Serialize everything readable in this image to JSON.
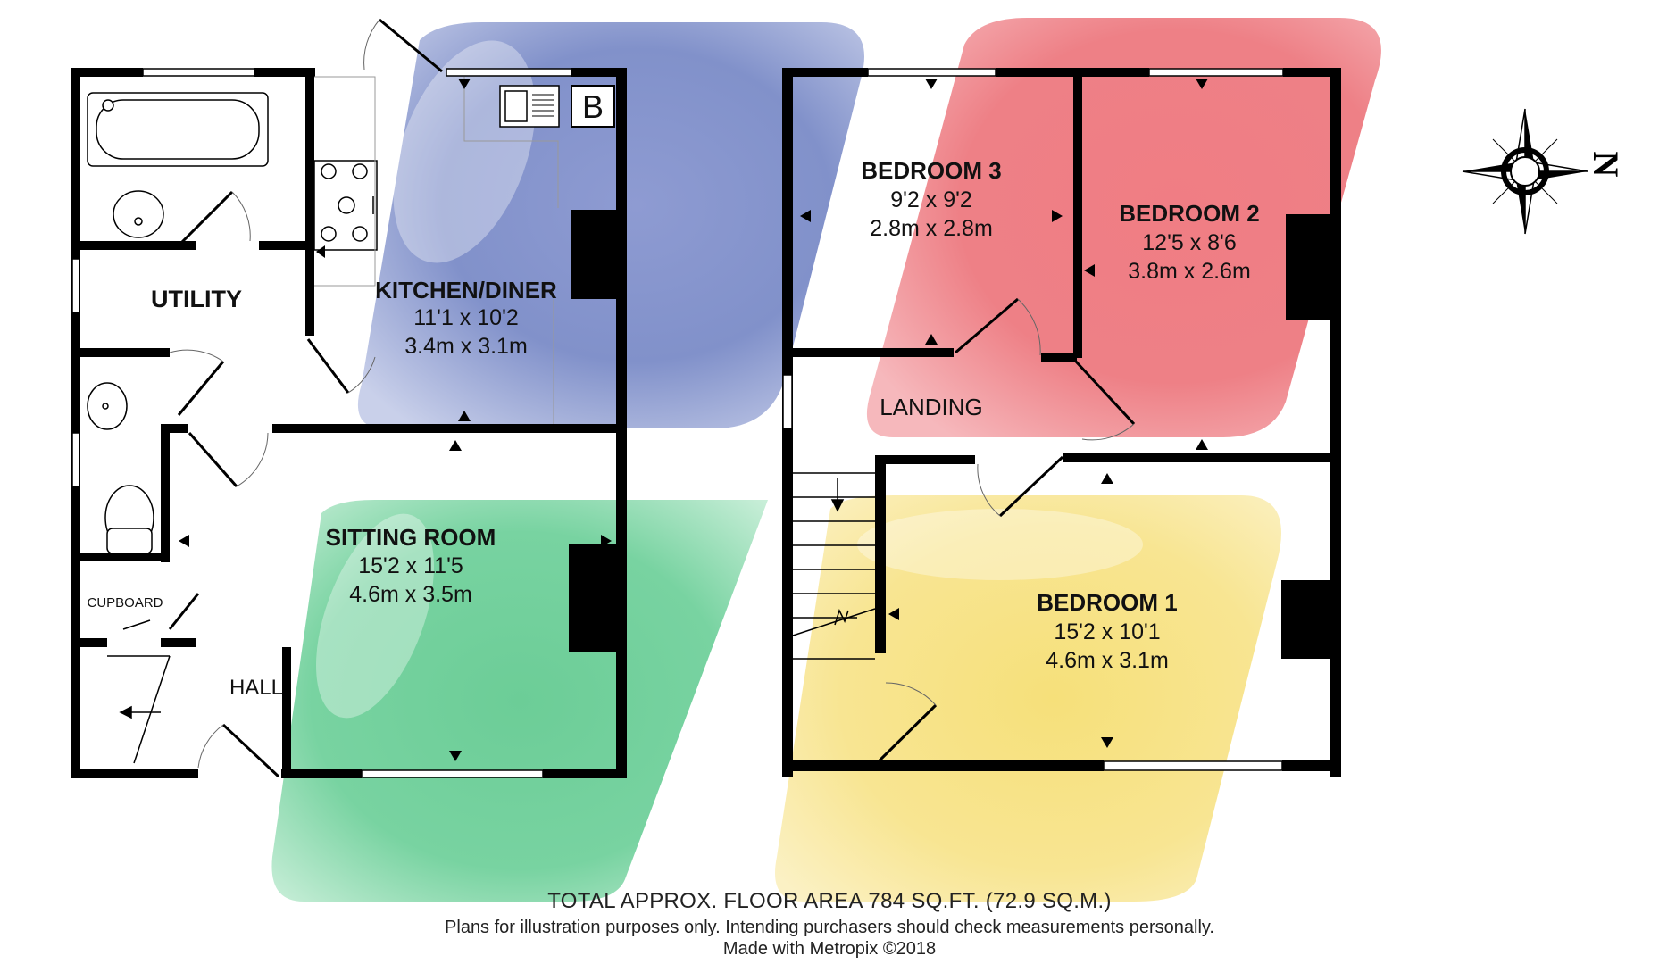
{
  "rooms": {
    "kitchen": {
      "name": "KITCHEN/DINER",
      "imperial": "11'1 x 10'2",
      "metric": "3.4m x 3.1m"
    },
    "utility": {
      "name": "UTILITY"
    },
    "sitting": {
      "name": "SITTING ROOM",
      "imperial": "15'2 x 11'5",
      "metric": "4.6m x 3.5m"
    },
    "hall": {
      "name": "HALL"
    },
    "cupboard": {
      "name": "CUPBOARD"
    },
    "bedroom3": {
      "name": "BEDROOM 3",
      "imperial": "9'2 x 9'2",
      "metric": "2.8m x 2.8m"
    },
    "bedroom2": {
      "name": "BEDROOM 2",
      "imperial": "12'5 x 8'6",
      "metric": "3.8m x 2.6m"
    },
    "landing": {
      "name": "LANDING"
    },
    "bedroom1": {
      "name": "BEDROOM 1",
      "imperial": "15'2 x 10'1",
      "metric": "4.6m x 3.1m"
    }
  },
  "fixtures": {
    "boiler_label": "B"
  },
  "compass": {
    "letter": "N"
  },
  "footer": {
    "area": "TOTAL APPROX. FLOOR AREA 784 SQ.FT. (72.9 SQ.M.)",
    "disclaimer": "Plans for illustration purposes only. Intending purchasers should check measurements personally.",
    "credit": "Made with Metropix ©2018"
  },
  "colors": {
    "blue": "#7f8fc9",
    "red": "#ef7b82",
    "green": "#6fcf9a",
    "yellow": "#f7df6c",
    "wall": "#000000"
  }
}
